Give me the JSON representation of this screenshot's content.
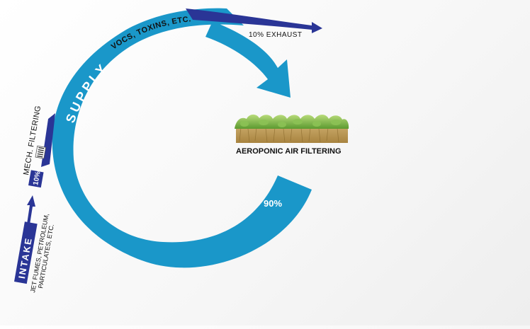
{
  "labels": {
    "supply": "SUPPLY",
    "vocs": "VOCS, TOXINS, ETC.",
    "exhaust": "10% EXHAUST",
    "recirc": "90%",
    "filter_label": "AEROPONIC AIR FILTERING",
    "mech": "MECH. FILTERING",
    "mech_pct": "10%",
    "intake": "INTAKE",
    "intake_desc_1": "JET FUMES, PETROLEUM,",
    "intake_desc_2": "PARTICULATES, ETC."
  },
  "colors": {
    "cyan": "#1a97c9",
    "navy": "#2a3596",
    "white": "#ffffff",
    "text": "#111111"
  },
  "icons": {
    "filter": "mechanical-filter-icon",
    "plants": "plant-bed-icon"
  }
}
